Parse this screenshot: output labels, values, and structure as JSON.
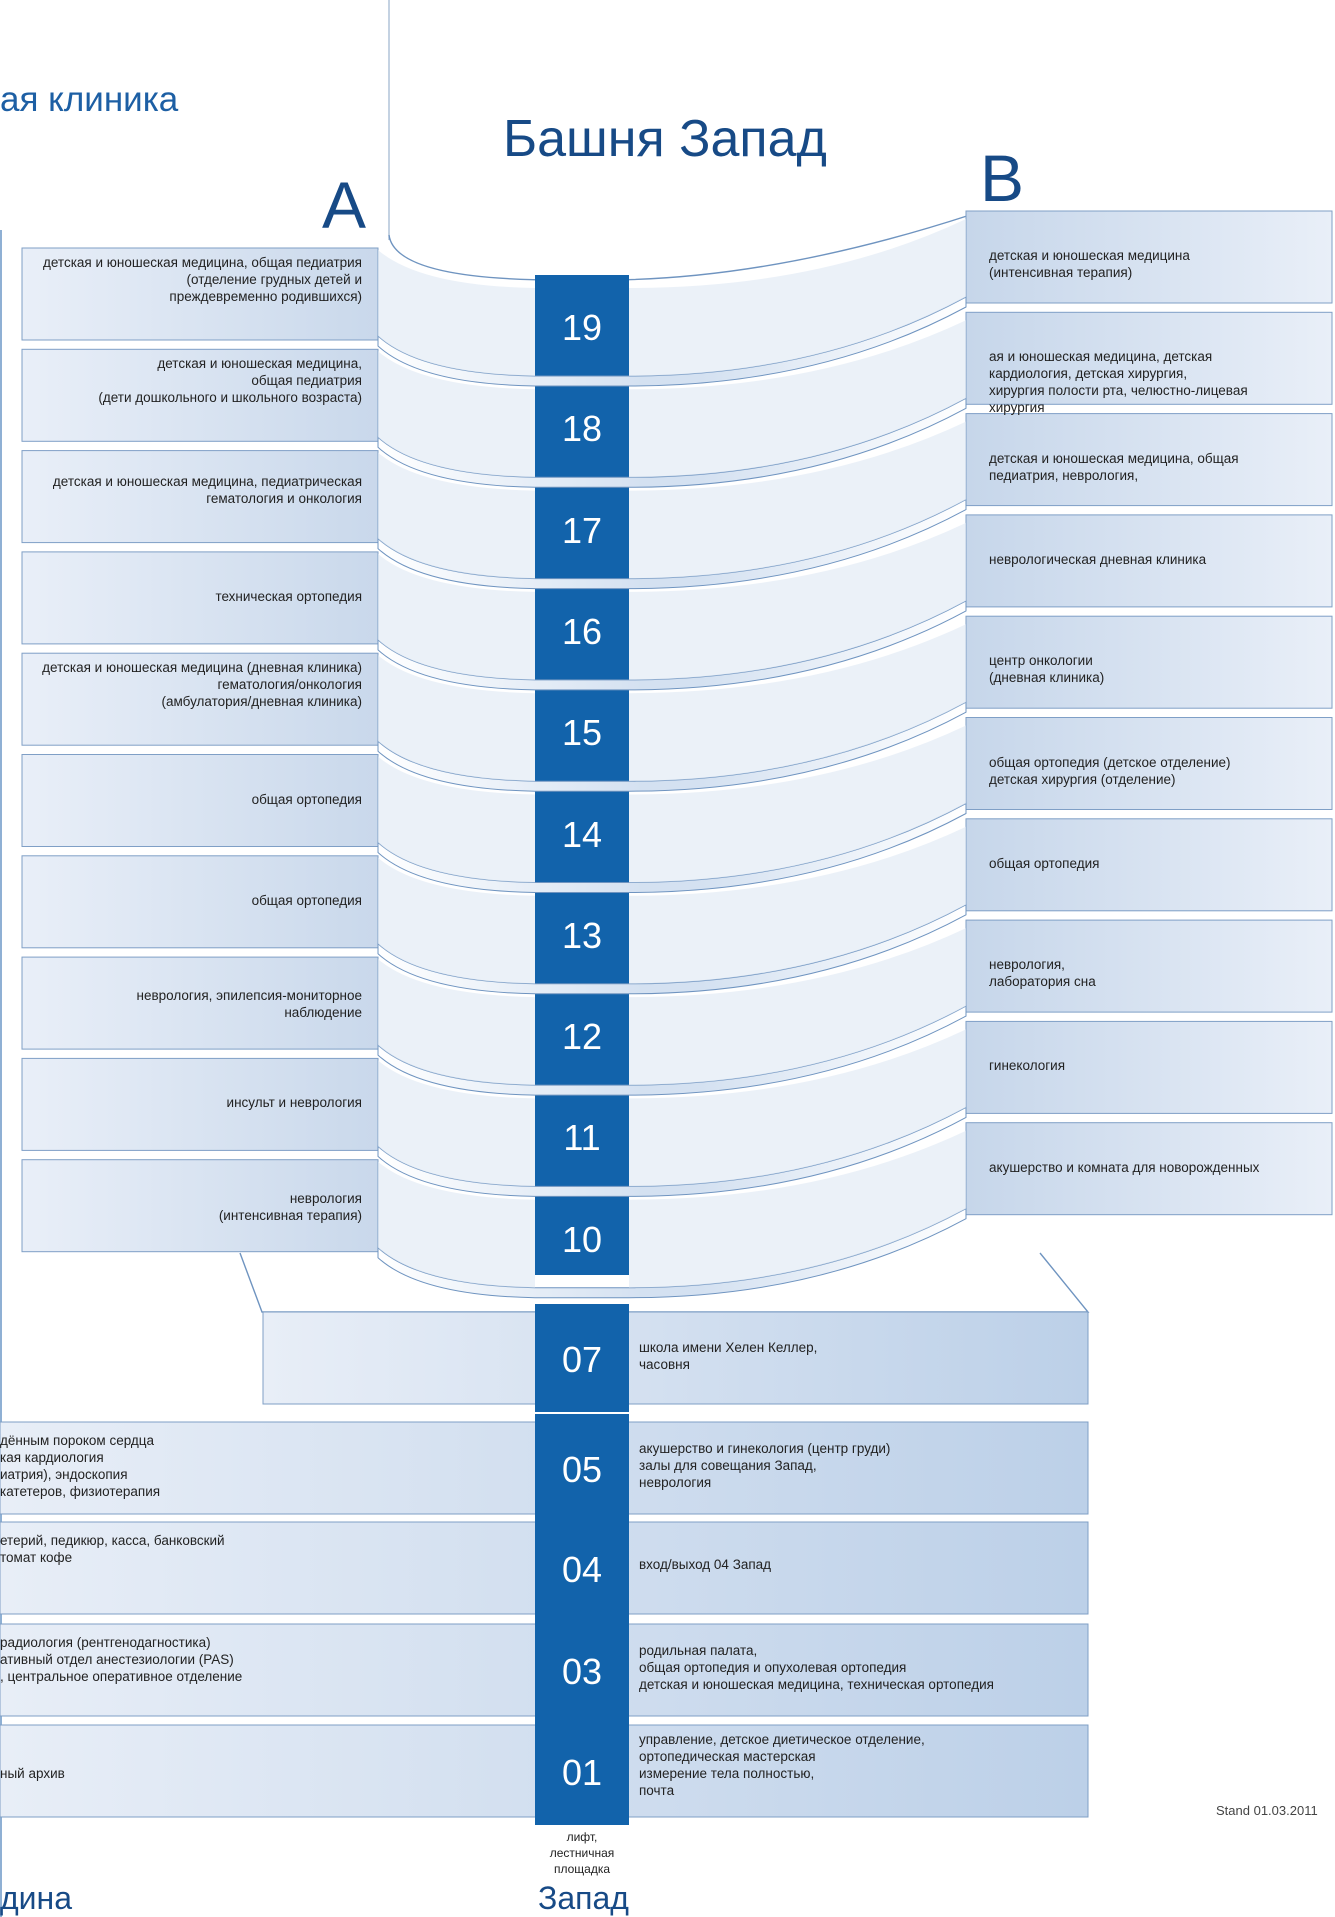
{
  "header": {
    "partial_title": "ая клиника",
    "tower_title": "Башня Запад",
    "wing_a": "A",
    "wing_b": "B"
  },
  "colors": {
    "core": "#1263ab",
    "panel_light": "#e8eef7",
    "panel_dark": "#bfd0e6",
    "title": "#174a86"
  },
  "upper_floors": [
    {
      "number": "19",
      "left": "детская и юношеская медицина, общая педиатрия\n(отделение грудных детей и\nпреждевременно родившихся)",
      "right": "детская и юношеская медицина\n(интенсивная терапия)"
    },
    {
      "number": "18",
      "left": "детская и юношеская медицина,\nобщая педиатрия\n(дети дошкольного и школьного возраста)",
      "right": "ая и юношеская медицина, детская\nкардиология, детская хирургия,\nхирургия полости рта, челюстно-лицевая\nхирургия"
    },
    {
      "number": "17",
      "left": "детская и юношеская медицина, педиатрическая\nгематология и онкология",
      "right": "детская и юношеская медицина, общая\nпедиатрия, неврология,"
    },
    {
      "number": "16",
      "left": "техническая ортопедия",
      "right": "неврологическая дневная клиника"
    },
    {
      "number": "15",
      "left": "детская и юношеская медицина (дневная клиника)\nгематология/онкология\n(амбулатория/дневная клиника)",
      "right": "центр онкологии\n(дневная клиника)"
    },
    {
      "number": "14",
      "left": "общая ортопедия",
      "right": "общая ортопедия (детское отделение)\nдетская хирургия (отделение)"
    },
    {
      "number": "13",
      "left": "общая ортопедия",
      "right": "общая ортопедия"
    },
    {
      "number": "12",
      "left": "неврология, эпилепсия-мониторное\nнаблюдение",
      "right": "неврология,\nлаборатория сна"
    },
    {
      "number": "11",
      "left": "инсульт и неврология",
      "right": "гинекология"
    },
    {
      "number": "10",
      "left": "неврология\n(интенсивная терапия)",
      "right": "акушерство и комната для новорожденных"
    }
  ],
  "lower_floors": [
    {
      "number": "07",
      "left": "",
      "right": "школа имени Хелен Келлер,\nчасовня"
    },
    {
      "number": "05",
      "left": "дённым пороком сердца\nкая кардиология\nиатрия), эндоскопия\nкатетеров, физиотерапия",
      "right": "акушерство и гинекология (центр груди)\nзалы для совещания Запад,\nневрология"
    },
    {
      "number": "04",
      "left": "етерий, педикюр, касса, банковский\nтомат кофе",
      "right": "вход/выход 04 Запад"
    },
    {
      "number": "03",
      "left": "радиология (рентгенодагностика)\nативный отдел анестезиологии (PAS)\n, центральное оперативное отделение",
      "right": "родильная палата,\nобщая ортопедия и опухолевая ортопедия\nдетская и юношеская медицина, техническая ортопедия"
    },
    {
      "number": "01",
      "left": "ный архив",
      "right": "управление, детское диетическое отделение,\nортопедическая мастерская\nизмерение тела полностью,\nпочта"
    }
  ],
  "footer": {
    "lift_label": "лифт, лестничная\nплощадка",
    "stamp": "Stand 01.03.2011",
    "left_label": "дина",
    "center_label": "Запад"
  }
}
